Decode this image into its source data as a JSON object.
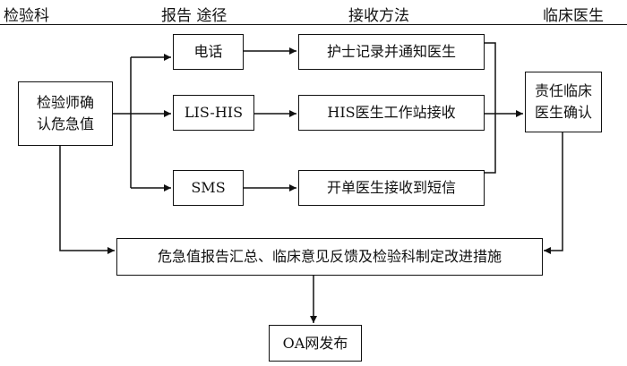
{
  "headers": {
    "lab_dept": "检验科",
    "report_channel": "报告 途径",
    "receive_method": "接收方法",
    "clinical_doctor": "临床医生"
  },
  "nodes": {
    "lab_confirm_line1": "检验师确",
    "lab_confirm_line2": "认危急值",
    "phone": "电话",
    "lis_his": "LIS-HIS",
    "sms": "SMS",
    "nurse_notify": "护士记录并通知医生",
    "his_receive": "HIS医生工作站接收",
    "sms_receive": "开单医生接收到短信",
    "doctor_confirm_line1": "责任临床",
    "doctor_confirm_line2": "医生确认",
    "summary": "危急值报告汇总、临床意见反馈及检验科制定改进措施",
    "oa_publish": "OA网发布"
  }
}
